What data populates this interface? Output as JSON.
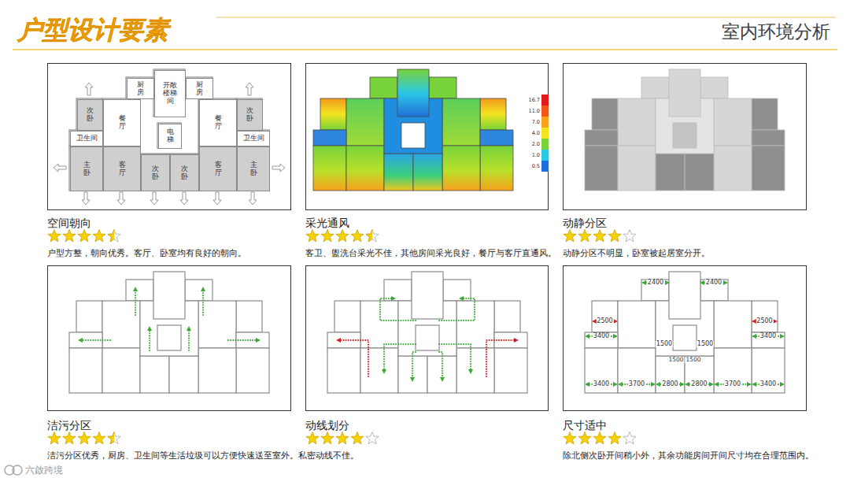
{
  "diagram": {
    "title": "户型设计要素",
    "nodes": [
      {
        "text": [
          "空间朝向",
          "户型方整，朝向优秀。客厅、卧室均有良好的朝向。"
        ]
      },
      {
        "text": [
          "厨房"
        ],
        "in": 0
      },
      {
        "text": [
          "开敞楼梯间"
        ],
        "in": 0
      },
      {
        "text": [
          "厨房"
        ],
        "in": 0
      },
      {
        "text": [
          "次卧"
        ],
        "in": 0
      },
      {
        "text": [
          "餐厅"
        ],
        "in": 0
      },
      {
        "text": [
          "餐厅"
        ],
        "in": 0
      },
      {
        "text": [
          "次卧"
        ],
        "in": 0
      },
      {
        "text": [
          "卫生间"
        ],
        "in": 0
      },
      {
        "text": [
          "电梯"
        ],
        "in": 0
      },
      {
        "text": [
          "卫生间"
        ],
        "in": 0
      },
      {
        "text": [
          "主卧"
        ],
        "in": 0
      },
      {
        "text": [
          "客厅"
        ],
        "in": 0
      },
      {
        "text": [
          "次卧"
        ],
        "in": 0
      },
      {
        "text": [
          "次卧"
        ],
        "in": 0
      },
      {
        "text": [
          "客厅"
        ],
        "in": 0
      },
      {
        "text": [
          "主卧"
        ],
        "in": 0
      },
      {
        "text": [
          "采光通风",
          "客卫、盥洗台采光不佳，其他房间采光良好，餐厅与客厅直通风。"
        ]
      },
      {
        "text": [
          "动静分区",
          "动静分区不明显，卧室被起居室分开。"
        ]
      },
      {
        "text": [
          "洁污分区",
          "洁污分区优秀，厨房、卫生间等生活垃圾可以方便快速送至室外。私密动线不佳。"
        ]
      },
      {
        "text": [
          "动线划分"
        ]
      },
      {
        "text": [
          "尺寸适中",
          "除北侧次卧开间稍小外，其余功能房间开间尺寸均在合理范围内。"
        ]
      }
    ],
    "labels": [
      "室内环境分析",
      "2400",
      "2400",
      "2500",
      "2500",
      "3400",
      "1500",
      "1500",
      "3400",
      "1500",
      "1500",
      "3400",
      "3700",
      "2800",
      "2800",
      "3700",
      "3400",
      "六啟跨境"
    ],
    "legend": [
      {
        "text": "16.7",
        "color": "#e3191c"
      },
      {
        "text": "11.0",
        "color": "#f3561d"
      },
      {
        "text": "7.0",
        "color": "#f7a11c"
      },
      {
        "text": "4.0",
        "color": "#f2e51e"
      },
      {
        "text": "2.0",
        "color": "#78d33a"
      },
      {
        "text": "1.0",
        "color": "#2cc7e6"
      },
      {
        "text": "0.5",
        "color": "#1f6fd8"
      }
    ]
  }
}
